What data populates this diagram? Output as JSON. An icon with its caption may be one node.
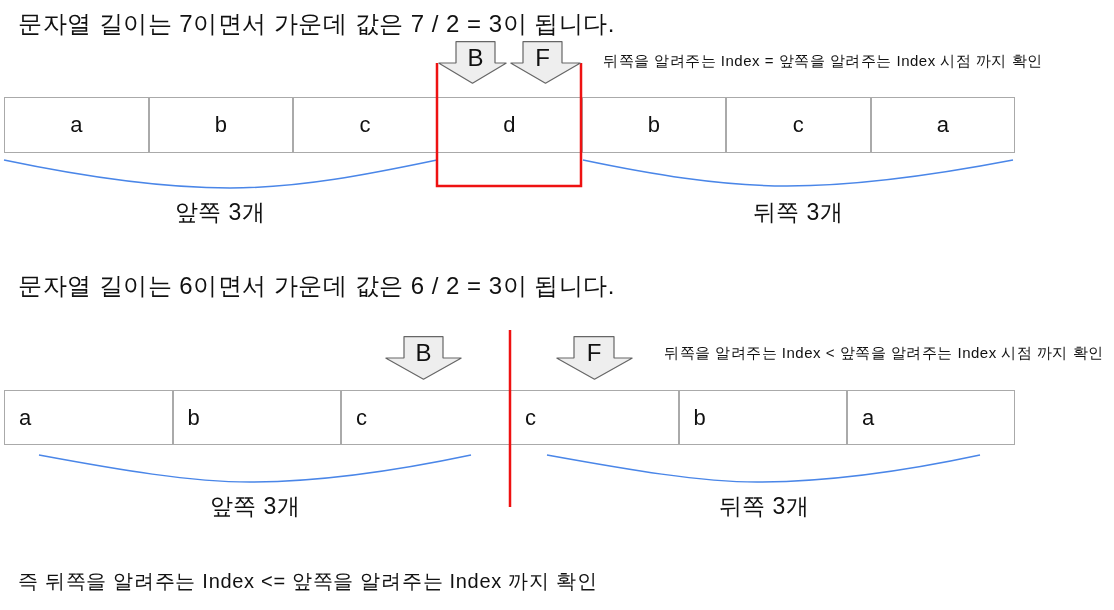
{
  "diagram": {
    "nodes": [
      {
        "text": [
          "B"
        ]
      },
      {
        "text": [
          "F"
        ]
      },
      {
        "text": [
          "a"
        ]
      },
      {
        "text": [
          "b"
        ]
      },
      {
        "text": [
          "c"
        ]
      },
      {
        "text": [
          "d"
        ]
      },
      {
        "text": [
          "b"
        ]
      },
      {
        "text": [
          "c"
        ]
      },
      {
        "text": [
          "a"
        ]
      },
      {
        "text": [
          "B"
        ]
      },
      {
        "text": [
          "F"
        ]
      },
      {
        "text": [
          "a"
        ]
      },
      {
        "text": [
          "b"
        ]
      },
      {
        "text": [
          "c"
        ]
      },
      {
        "text": [
          "c"
        ]
      },
      {
        "text": [
          "b"
        ]
      },
      {
        "text": [
          "a"
        ]
      }
    ],
    "labels": [
      "문자열 길이는 7이면서 가운데 값은 7 / 2 = 3이 됩니다.",
      "뒤쪽을 알려주는 Index = 앞쪽을 알려주는 Index 시점 까지 확인",
      "앞쪽 3개",
      "뒤쪽 3개",
      "문자열 길이는 6이면서 가운데 값은 6 / 2 = 3이 됩니다.",
      "뒤쪽을 알려주는 Index < 앞쪽을 알려주는 Index 시점 까지 확인",
      "앞쪽 3개",
      "뒤쪽 3개",
      "즉 뒤쪽을 알려주는 Index <= 앞쪽을 알려주는 Index 까지 확인"
    ]
  }
}
